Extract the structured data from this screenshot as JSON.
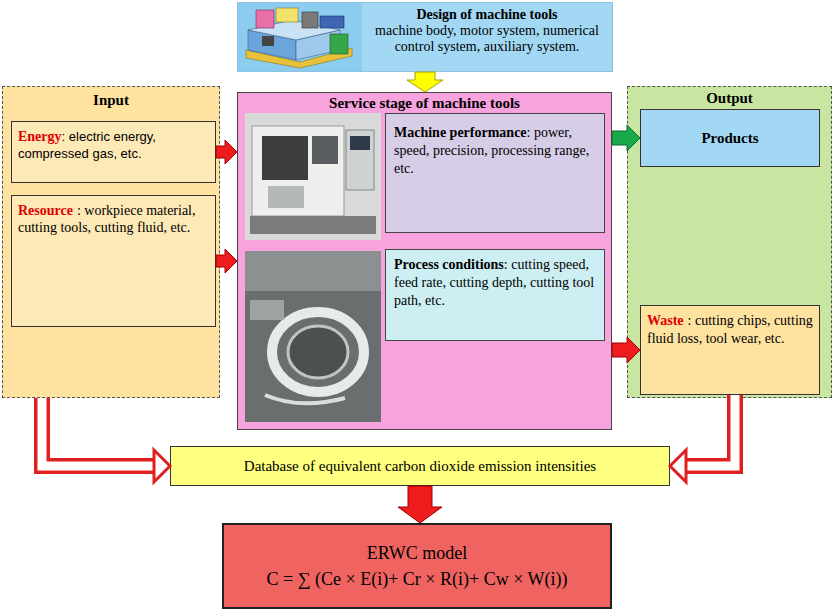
{
  "diagram": {
    "nodes": [
      {
        "text": [
          "Design of machine tools",
          "machine body, motor system, numerical control system, auxiliary system."
        ]
      },
      {
        "text": [
          "Input"
        ]
      },
      {
        "text": [
          "Energy",
          ": electric energy, compressed gas, etc."
        ],
        "in": 1
      },
      {
        "text": [
          "Resource",
          ": workpiece material, cutting tools, cutting fluid, etc."
        ],
        "in": 1
      },
      {
        "text": [
          "Service stage of machine tools"
        ]
      },
      {
        "text": [
          "Machine performance",
          ": power, speed, precision, processing range, etc."
        ],
        "in": 4
      },
      {
        "text": [
          "Process conditions",
          ": cutting speed, feed rate, cutting depth, cutting tool path, etc."
        ],
        "in": 4
      },
      {
        "text": [
          "Output"
        ]
      },
      {
        "text": [
          "Products"
        ],
        "in": 7
      },
      {
        "text": [
          "Waste",
          ": cutting chips, cutting fluid loss, tool wear, etc."
        ],
        "in": 7
      },
      {
        "text": [
          "Database of equivalent carbon dioxide emission intensities"
        ]
      },
      {
        "text": [
          "ERWC model",
          "C = ∑ (Ce × E(i)+ Cr × R(i)+ Cw × W(i))"
        ]
      }
    ],
    "edges": [
      {
        "from": 0,
        "to": 4,
        "arrow": "to"
      },
      {
        "from": 2,
        "to": 4,
        "arrow": "to"
      },
      {
        "from": 3,
        "to": 4,
        "arrow": "to"
      },
      {
        "from": 4,
        "to": 8,
        "arrow": "to"
      },
      {
        "from": 4,
        "to": 9,
        "arrow": "to"
      },
      {
        "from": 1,
        "to": 10,
        "arrow": "to"
      },
      {
        "from": 9,
        "to": 10,
        "arrow": "to"
      },
      {
        "from": 10,
        "to": 11,
        "arrow": "to"
      }
    ]
  }
}
